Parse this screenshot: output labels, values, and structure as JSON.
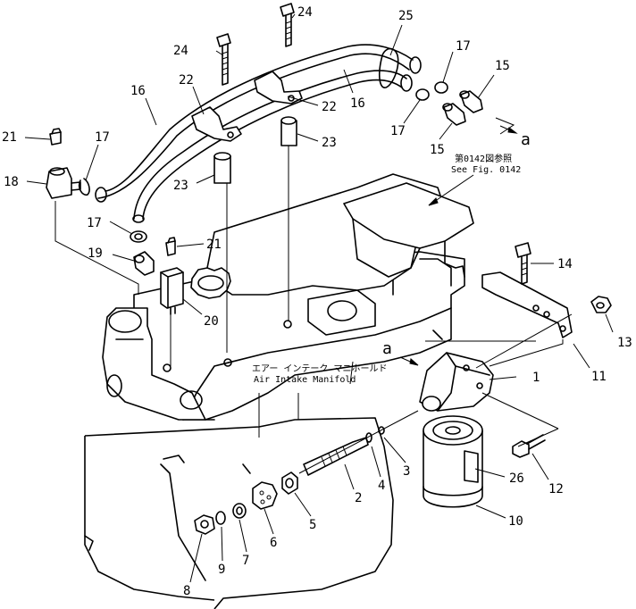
{
  "callouts": [
    {
      "id": "1",
      "text": "1"
    },
    {
      "id": "2",
      "text": "2"
    },
    {
      "id": "3",
      "text": "3"
    },
    {
      "id": "4",
      "text": "4"
    },
    {
      "id": "5",
      "text": "5"
    },
    {
      "id": "6",
      "text": "6"
    },
    {
      "id": "7",
      "text": "7"
    },
    {
      "id": "8",
      "text": "8"
    },
    {
      "id": "9",
      "text": "9"
    },
    {
      "id": "10",
      "text": "10"
    },
    {
      "id": "11",
      "text": "11"
    },
    {
      "id": "12",
      "text": "12"
    },
    {
      "id": "13",
      "text": "13"
    },
    {
      "id": "14",
      "text": "14"
    },
    {
      "id": "15a",
      "text": "15"
    },
    {
      "id": "15b",
      "text": "15"
    },
    {
      "id": "16a",
      "text": "16"
    },
    {
      "id": "16b",
      "text": "16"
    },
    {
      "id": "17a",
      "text": "17"
    },
    {
      "id": "17b",
      "text": "17"
    },
    {
      "id": "17c",
      "text": "17"
    },
    {
      "id": "17d",
      "text": "17"
    },
    {
      "id": "18",
      "text": "18"
    },
    {
      "id": "19",
      "text": "19"
    },
    {
      "id": "20",
      "text": "20"
    },
    {
      "id": "21a",
      "text": "21"
    },
    {
      "id": "21b",
      "text": "21"
    },
    {
      "id": "22a",
      "text": "22"
    },
    {
      "id": "22b",
      "text": "22"
    },
    {
      "id": "23a",
      "text": "23"
    },
    {
      "id": "23b",
      "text": "23"
    },
    {
      "id": "24a",
      "text": "24"
    },
    {
      "id": "24b",
      "text": "24"
    },
    {
      "id": "25",
      "text": "25"
    },
    {
      "id": "26",
      "text": "26"
    }
  ],
  "refs": {
    "a_upper": "a",
    "a_lower": "a"
  },
  "notes": {
    "see_fig_jp": "第0142図参照",
    "see_fig_en": "See Fig. 0142",
    "manifold_jp": "エアー インテーク マニホールド",
    "manifold_en": "Air  Intake  Manifold"
  }
}
